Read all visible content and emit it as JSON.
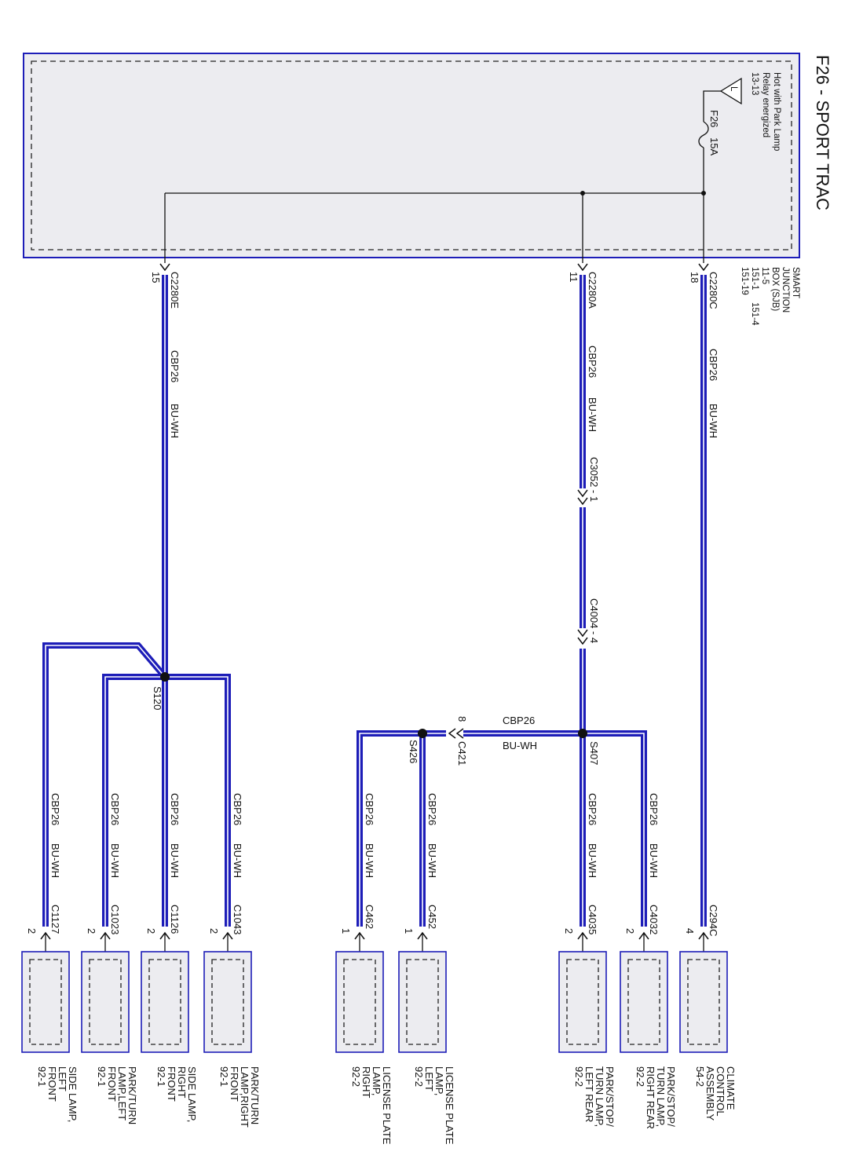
{
  "title": "F26 - SPORT TRAC",
  "colors": {
    "wire": "#1d1db8",
    "box_fill": "#ececf0",
    "line": "#111111"
  },
  "sjb": {
    "name": "SMART JUNCTION BOX (SJB)",
    "line1": "SMART",
    "line2": "JUNCTION",
    "line3": "BOX (SJB)",
    "line4": "11-5",
    "line5": "151-1",
    "line6": "151-4",
    "line7": "151-19",
    "hot_line1": "Hot with Park Lamp",
    "hot_line2": "Relay energized",
    "hot_line3": "13-13",
    "ground_letter": "L",
    "fuse_name": "F26",
    "fuse_rating": "15A"
  },
  "pins": {
    "c2280c": {
      "connector": "C2280C",
      "pin": "18"
    },
    "c2280a": {
      "connector": "C2280A",
      "pin": "11"
    },
    "c2280e": {
      "connector": "C2280E",
      "pin": "15"
    }
  },
  "wire": {
    "circuit": "CBP26",
    "color": "BU-WH"
  },
  "inline": {
    "c3052": "C3052 - 1",
    "c4004": "C4004 - 4",
    "c421": "C421",
    "c421_pin": "8"
  },
  "splices": {
    "s407": "S407",
    "s426": "S426",
    "s120": "S120"
  },
  "components": [
    {
      "id": "climate",
      "connector": "C294C",
      "pin": "4",
      "line1": "CLIMATE",
      "line2": "CONTROL",
      "line3": "ASSEMBLY",
      "line4": "54-2"
    },
    {
      "id": "pstl_rr",
      "connector": "C4032",
      "pin": "2",
      "line1": "PARK/STOP/",
      "line2": "TURN LAMP,",
      "line3": "RIGHT REAR",
      "line4": "92-2"
    },
    {
      "id": "pstl_lr",
      "connector": "C4035",
      "pin": "2",
      "line1": "PARK/STOP/",
      "line2": "TURN LAMP,",
      "line3": "LEFT REAR",
      "line4": "92-2"
    },
    {
      "id": "lic_l",
      "connector": "C452",
      "pin": "1",
      "line1": "LICENSE PLATE",
      "line2": "LAMP,",
      "line3": "LEFT",
      "line4": "92-2"
    },
    {
      "id": "lic_r",
      "connector": "C462",
      "pin": "1",
      "line1": "LICENSE PLATE",
      "line2": "LAMP,",
      "line3": "RIGHT",
      "line4": "92-2"
    },
    {
      "id": "pt_rf",
      "connector": "C1043",
      "pin": "2",
      "line1": "PARK/TURN",
      "line2": "LAMP,RIGHT",
      "line3": "FRONT",
      "line4": "92-1"
    },
    {
      "id": "side_rf",
      "connector": "C1126",
      "pin": "2",
      "line1": "SIDE LAMP,",
      "line2": "RIGHT",
      "line3": "FRONT",
      "line4": "92-1"
    },
    {
      "id": "pt_lf",
      "connector": "C1023",
      "pin": "2",
      "line1": "PARK/TURN",
      "line2": "LAMP,LEFT",
      "line3": "FRONT",
      "line4": "92-1"
    },
    {
      "id": "side_lf",
      "connector": "C1127",
      "pin": "2",
      "line1": "SIDE LAMP,",
      "line2": "LEFT",
      "line3": "FRONT",
      "line4": "92-1"
    }
  ]
}
